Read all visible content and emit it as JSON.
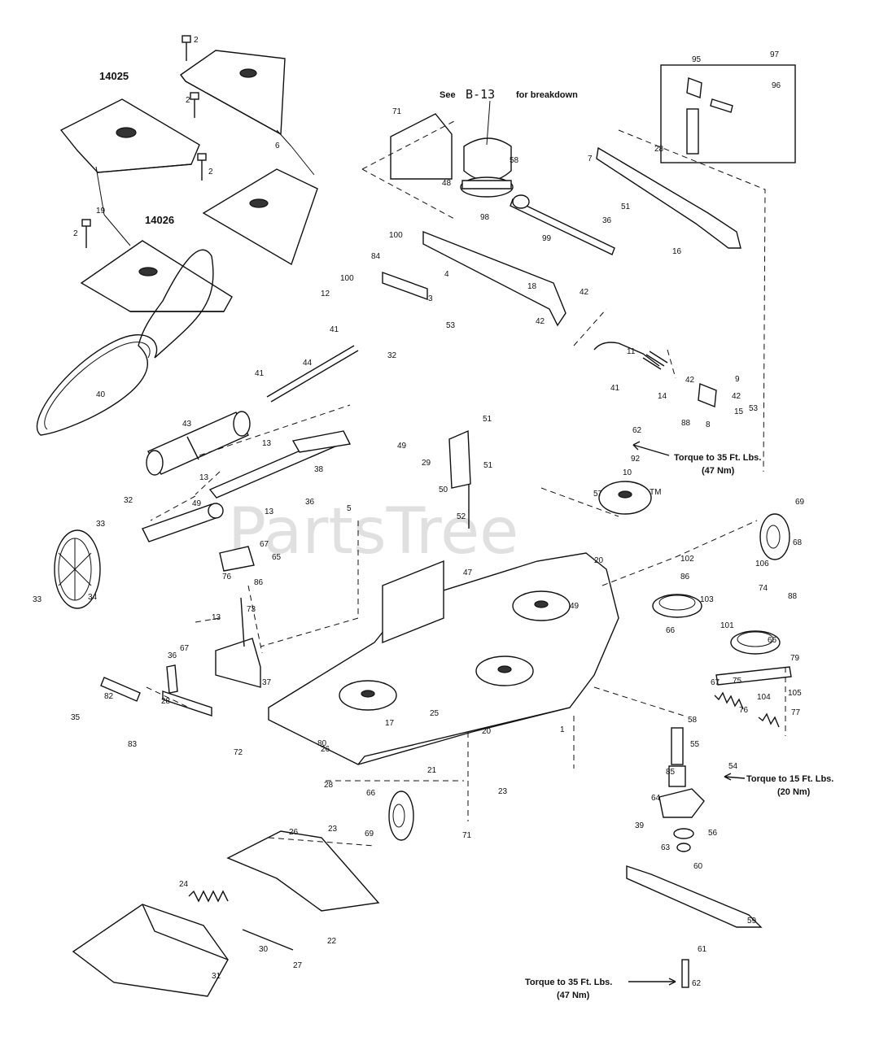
{
  "diagram": {
    "watermark": "PartsTree",
    "watermark_tm": "TM",
    "headers": {
      "kit_1": "14025",
      "kit_2": "14026",
      "see_prefix": "See",
      "see_ref": "B-13",
      "see_suffix": "for breakdown"
    },
    "notes": {
      "torque_1_line1": "Torque to 35 Ft. Lbs.",
      "torque_1_line2": "(47 Nm)",
      "torque_2_line1": "Torque to 15 Ft. Lbs.",
      "torque_2_line2": "(20 Nm)",
      "torque_3_line1": "Torque to 35 Ft. Lbs.",
      "torque_3_line2": "(47 Nm)"
    },
    "callouts": [
      "2",
      "2",
      "2",
      "2",
      "6",
      "19",
      "71",
      "58",
      "48",
      "98",
      "99",
      "7",
      "28",
      "36",
      "51",
      "16",
      "95",
      "97",
      "96",
      "100",
      "84",
      "100",
      "12",
      "4",
      "3",
      "53",
      "18",
      "42",
      "42",
      "41",
      "41",
      "44",
      "32",
      "40",
      "11",
      "41",
      "14",
      "42",
      "9",
      "88",
      "8",
      "42",
      "15",
      "53",
      "43",
      "13",
      "38",
      "51",
      "49",
      "29",
      "51",
      "50",
      "52",
      "62",
      "92",
      "10",
      "57",
      "13",
      "32",
      "49",
      "36",
      "13",
      "33",
      "34",
      "33",
      "5",
      "67",
      "65",
      "76",
      "86",
      "73",
      "47",
      "20",
      "69",
      "68",
      "102",
      "86",
      "106",
      "74",
      "88",
      "103",
      "66",
      "101",
      "66",
      "79",
      "67",
      "75",
      "105",
      "104",
      "76",
      "77",
      "67",
      "13",
      "36",
      "37",
      "82",
      "35",
      "28",
      "83",
      "72",
      "80",
      "21",
      "49",
      "17",
      "25",
      "20",
      "28",
      "26",
      "23",
      "71",
      "1",
      "58",
      "55",
      "85",
      "54",
      "64",
      "39",
      "56",
      "63",
      "60",
      "59",
      "61",
      "62",
      "66",
      "69",
      "26",
      "23",
      "24",
      "30",
      "27",
      "31",
      "22"
    ]
  }
}
